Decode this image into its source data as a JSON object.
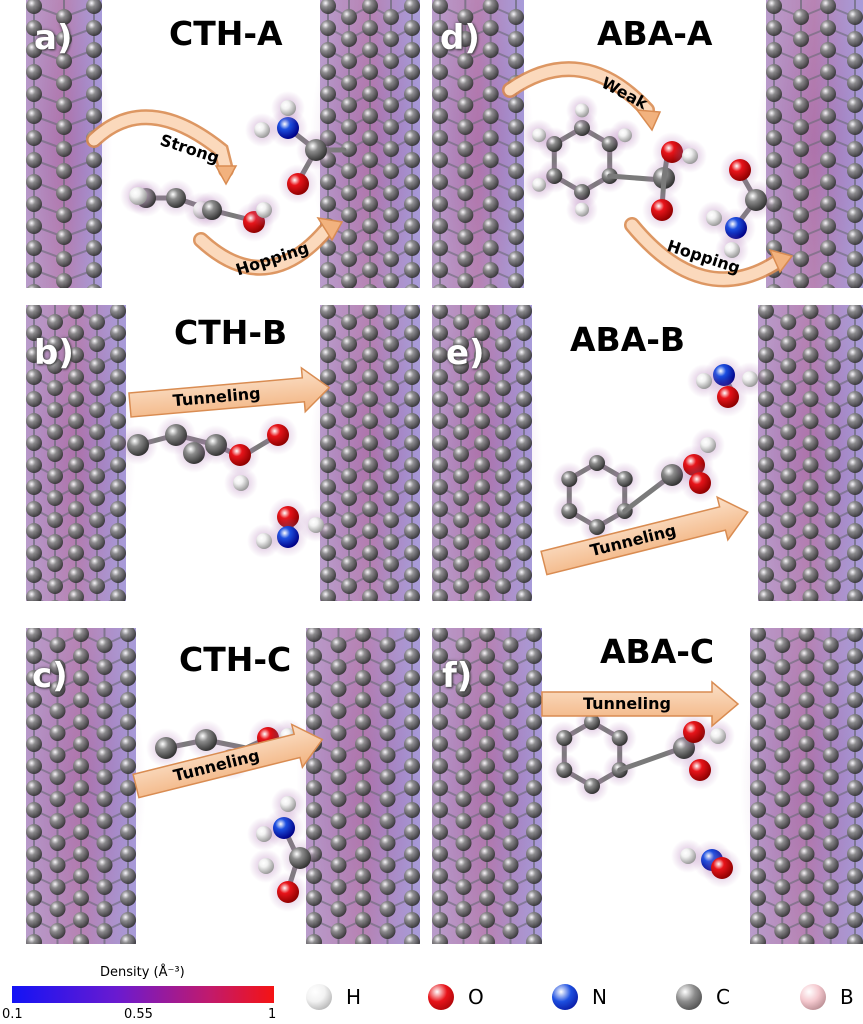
{
  "panels": [
    {
      "id": "a",
      "label": "a)",
      "title": "CTH-A",
      "arrows": [
        "Strong",
        "Hopping"
      ]
    },
    {
      "id": "b",
      "label": "b)",
      "title": "CTH-B",
      "arrows": [
        "Tunneling"
      ]
    },
    {
      "id": "c",
      "label": "c)",
      "title": "CTH-C",
      "arrows": [
        "Tunneling"
      ]
    },
    {
      "id": "d",
      "label": "d)",
      "title": "ABA-A",
      "arrows": [
        "Weak",
        "Hopping"
      ]
    },
    {
      "id": "e",
      "label": "e)",
      "title": "ABA-B",
      "arrows": [
        "Tunneling"
      ]
    },
    {
      "id": "f",
      "label": "f)",
      "title": "ABA-C",
      "arrows": [
        "Tunneling"
      ]
    }
  ],
  "colorbar": {
    "title": "Density (Å⁻³)",
    "ticks": [
      "0.1",
      "0.55",
      "1"
    ],
    "colors": [
      "#1313f5",
      "#6a1ad0",
      "#c01a6e",
      "#f51313"
    ]
  },
  "atoms": [
    {
      "symbol": "H",
      "color": "#f2f2f2"
    },
    {
      "symbol": "O",
      "color": "#e8141a"
    },
    {
      "symbol": "N",
      "color": "#1d4fe0"
    },
    {
      "symbol": "C",
      "color": "#8c8c8c"
    },
    {
      "symbol": "B",
      "color": "#f5c9cf"
    }
  ]
}
